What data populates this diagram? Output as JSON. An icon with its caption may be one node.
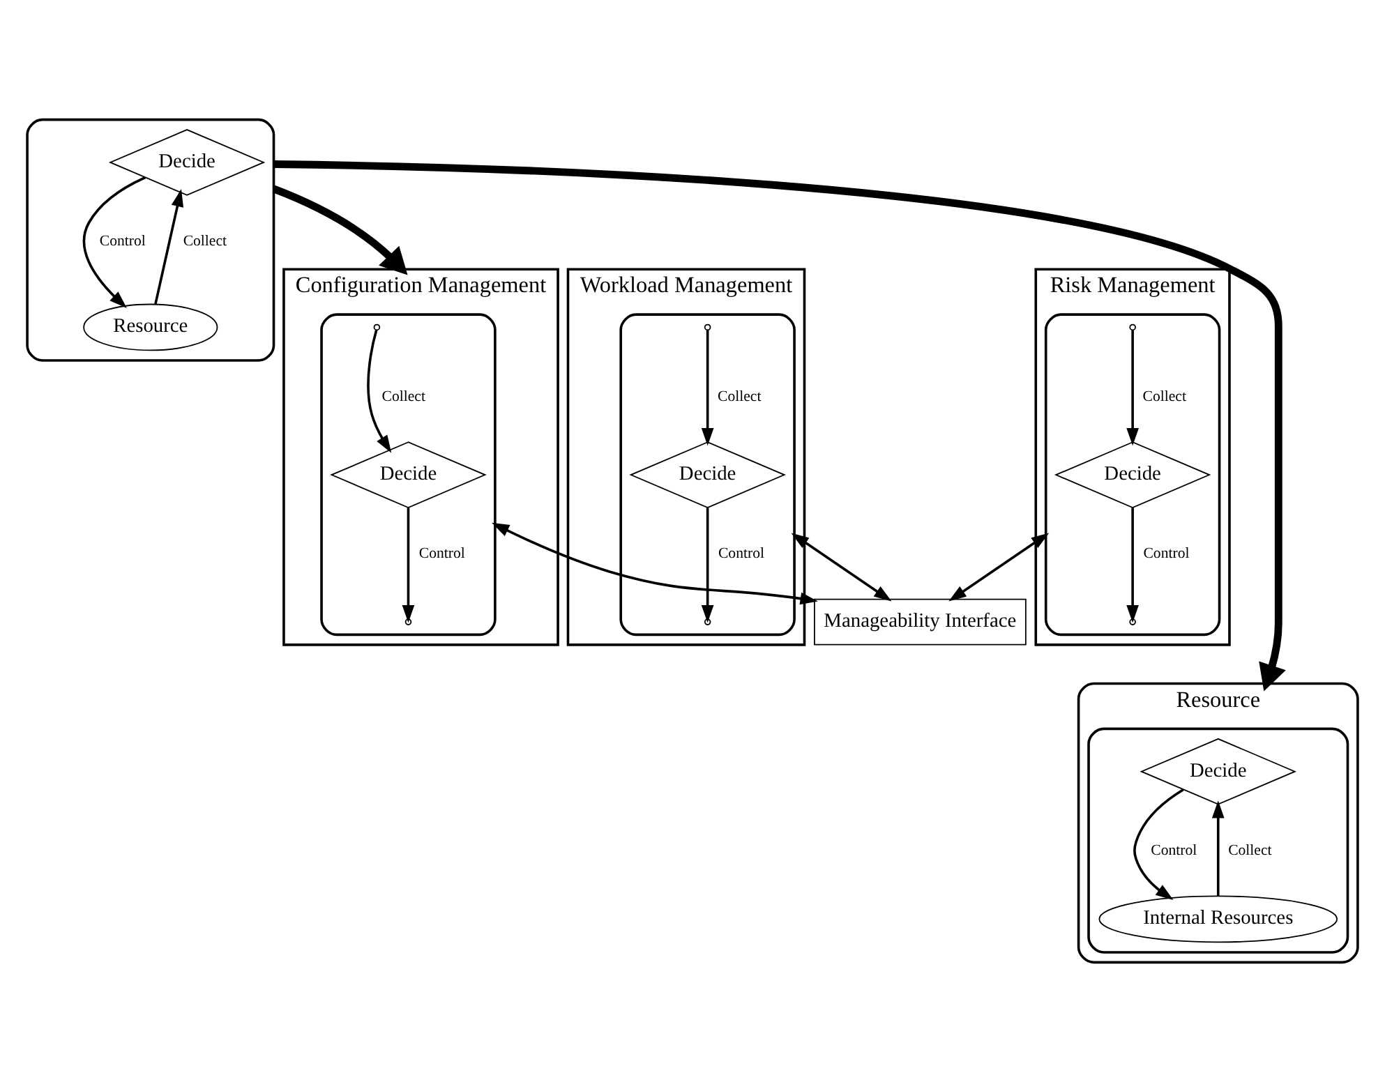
{
  "diagram": {
    "nodes": [
      {
        "text": [],
        "shape": "box"
      },
      {
        "text": [
          "Decide"
        ],
        "in": 0
      },
      {
        "text": [
          "Resource"
        ],
        "in": 0
      },
      {
        "text": [
          "Configuration Management"
        ]
      },
      {
        "text": [],
        "shape": "box",
        "in": 3
      },
      {
        "text": [
          "Decide"
        ],
        "in": 4
      },
      {
        "text": [
          "Workload Management"
        ]
      },
      {
        "text": [],
        "shape": "box",
        "in": 6
      },
      {
        "text": [
          "Decide"
        ],
        "in": 7
      },
      {
        "text": [
          "Risk Management"
        ]
      },
      {
        "text": [],
        "shape": "box",
        "in": 9
      },
      {
        "text": [
          "Decide"
        ],
        "in": 10
      },
      {
        "text": [
          "Manageability Interface"
        ]
      },
      {
        "text": [
          "Resource"
        ]
      },
      {
        "text": [],
        "shape": "box",
        "in": 13
      },
      {
        "text": [
          "Decide"
        ],
        "in": 14
      },
      {
        "text": [
          "Internal Resources"
        ],
        "in": 14
      }
    ],
    "edges": [
      {
        "from": 2,
        "to": 1,
        "arrow": "to",
        "label": "Collect"
      },
      {
        "from": 1,
        "to": 2,
        "arrow": "to",
        "label": "Control"
      },
      {
        "from": null,
        "to": 5,
        "arrow": "to",
        "label": "Collect"
      },
      {
        "from": 5,
        "to": null,
        "arrow": "to",
        "label": "Control"
      },
      {
        "from": null,
        "to": 8,
        "arrow": "to",
        "label": "Collect"
      },
      {
        "from": 8,
        "to": null,
        "arrow": "to",
        "label": "Control"
      },
      {
        "from": null,
        "to": 11,
        "arrow": "to",
        "label": "Collect"
      },
      {
        "from": 11,
        "to": null,
        "arrow": "to",
        "label": "Control"
      },
      {
        "from": 16,
        "to": 15,
        "arrow": "to",
        "label": "Collect"
      },
      {
        "from": 15,
        "to": 16,
        "arrow": "to",
        "label": "Control"
      },
      {
        "from": 0,
        "to": 3,
        "arrow": "to",
        "style": "thick"
      },
      {
        "from": 0,
        "to": 13,
        "arrow": "to",
        "style": "thick"
      },
      {
        "from": 12,
        "to": 4,
        "arrow": "both"
      },
      {
        "from": 12,
        "to": 7,
        "arrow": "both"
      },
      {
        "from": 12,
        "to": 10,
        "arrow": "both"
      }
    ]
  }
}
